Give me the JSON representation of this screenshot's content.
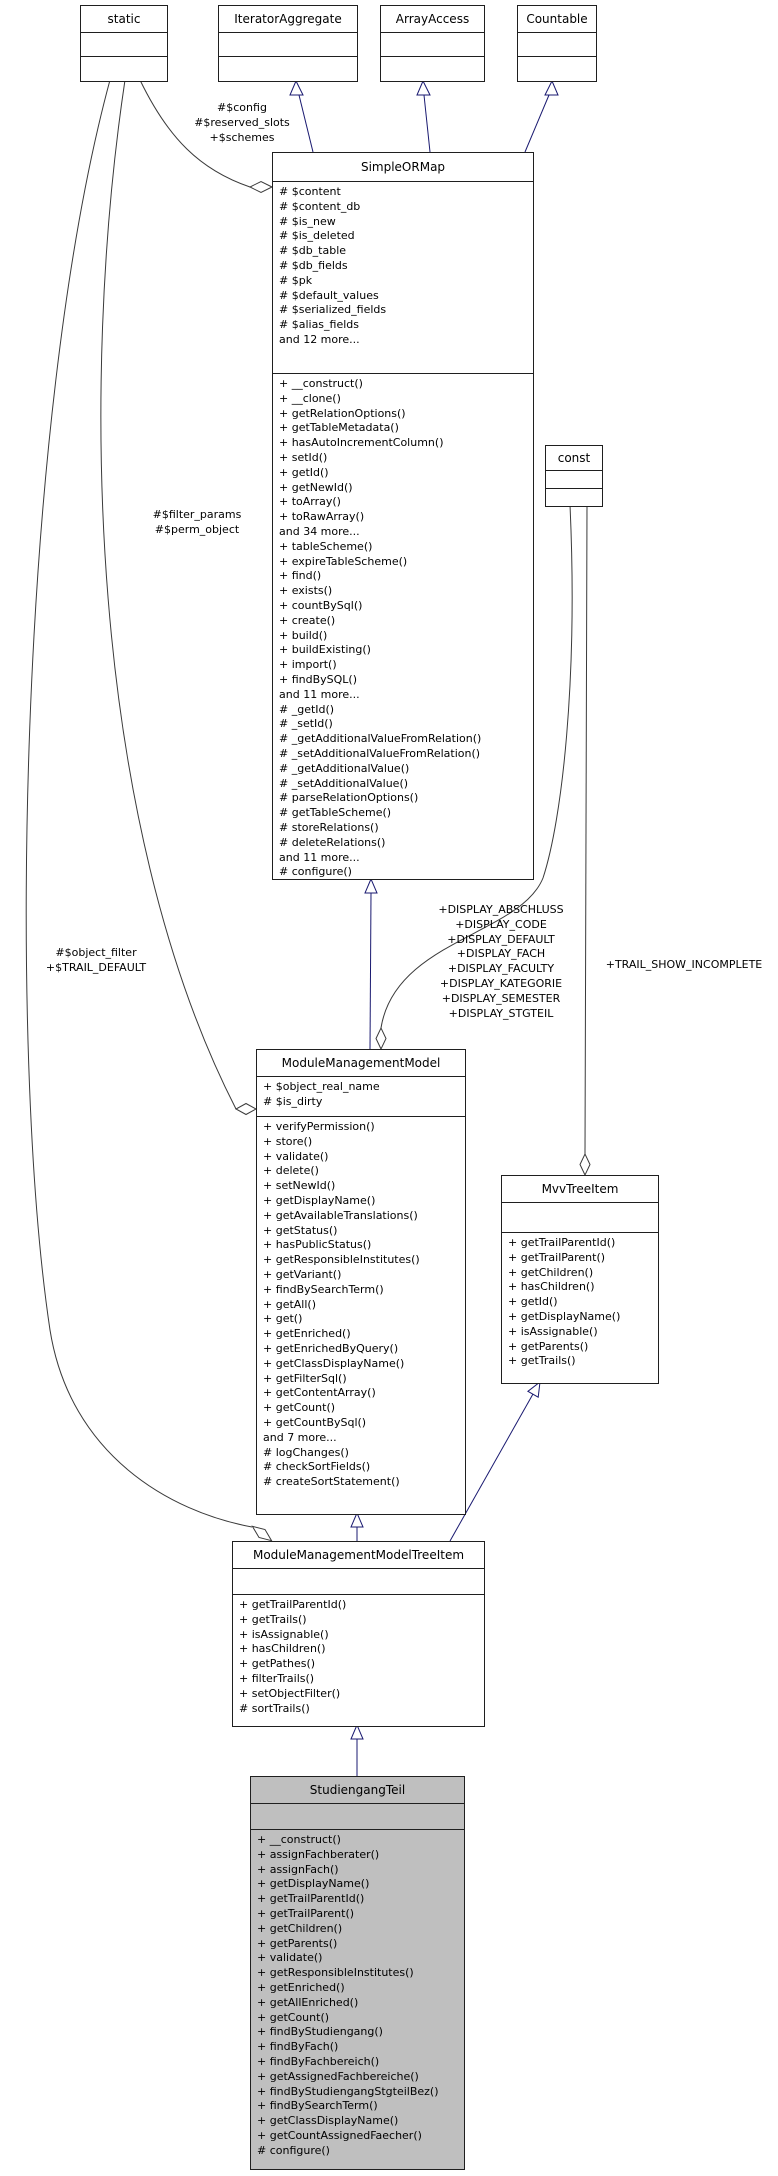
{
  "colors": {
    "inheritance_edge": "#191970",
    "collaboration_edge": "#3a3a3a",
    "current_class_fill": "#bfbfbf",
    "class_fill": "#ffffff",
    "border": "#1f1f1f"
  },
  "classes": {
    "static_box": {
      "title": "static"
    },
    "iterator_aggregate": {
      "title": "IteratorAggregate"
    },
    "array_access": {
      "title": "ArrayAccess"
    },
    "countable": {
      "title": "Countable"
    },
    "const_box": {
      "title": "const"
    },
    "simple_or_map": {
      "title": "SimpleORMap",
      "attributes": [
        "# $content",
        "# $content_db",
        "# $is_new",
        "# $is_deleted",
        "# $db_table",
        "# $db_fields",
        "# $pk",
        "# $default_values",
        "# $serialized_fields",
        "# $alias_fields",
        "and 12 more..."
      ],
      "methods": [
        "+ __construct()",
        "+ __clone()",
        "+ getRelationOptions()",
        "+ getTableMetadata()",
        "+ hasAutoIncrementColumn()",
        "+ setId()",
        "+ getId()",
        "+ getNewId()",
        "+ toArray()",
        "+ toRawArray()",
        "and 34 more...",
        "+ tableScheme()",
        "+ expireTableScheme()",
        "+ find()",
        "+ exists()",
        "+ countBySql()",
        "+ create()",
        "+ build()",
        "+ buildExisting()",
        "+ import()",
        "+ findBySQL()",
        "and 11 more...",
        "# _getId()",
        "# _setId()",
        "# _getAdditionalValueFromRelation()",
        "# _setAdditionalValueFromRelation()",
        "# _getAdditionalValue()",
        "# _setAdditionalValue()",
        "# parseRelationOptions()",
        "# getTableScheme()",
        "# storeRelations()",
        "# deleteRelations()",
        "and 11 more...",
        "# configure()"
      ]
    },
    "module_management_model": {
      "title": "ModuleManagementModel",
      "attributes": [
        "+ $object_real_name",
        "# $is_dirty"
      ],
      "methods": [
        "+ verifyPermission()",
        "+ store()",
        "+ validate()",
        "+ delete()",
        "+ setNewId()",
        "+ getDisplayName()",
        "+ getAvailableTranslations()",
        "+ getStatus()",
        "+ hasPublicStatus()",
        "+ getResponsibleInstitutes()",
        "+ getVariant()",
        "+ findBySearchTerm()",
        "+ getAll()",
        "+ get()",
        "+ getEnriched()",
        "+ getEnrichedByQuery()",
        "+ getClassDisplayName()",
        "+ getFilterSql()",
        "+ getContentArray()",
        "+ getCount()",
        "+ getCountBySql()",
        "and 7 more...",
        "# logChanges()",
        "# checkSortFields()",
        "# createSortStatement()"
      ]
    },
    "mvv_tree_item": {
      "title": "MvvTreeItem",
      "attributes": [],
      "methods": [
        "+ getTrailParentId()",
        "+ getTrailParent()",
        "+ getChildren()",
        "+ hasChildren()",
        "+ getId()",
        "+ getDisplayName()",
        "+ isAssignable()",
        "+ getParents()",
        "+ getTrails()"
      ]
    },
    "module_management_model_tree_item": {
      "title": "ModuleManagementModelTreeItem",
      "attributes": [],
      "methods": [
        "+ getTrailParentId()",
        "+ getTrails()",
        "+ isAssignable()",
        "+ hasChildren()",
        "+ getPathes()",
        "+ filterTrails()",
        "+ setObjectFilter()",
        "# sortTrails()"
      ]
    },
    "studiengang_teil": {
      "title": "StudiengangTeil",
      "attributes": [],
      "methods": [
        "+ __construct()",
        "+ assignFachberater()",
        "+ assignFach()",
        "+ getDisplayName()",
        "+ getTrailParentId()",
        "+ getTrailParent()",
        "+ getChildren()",
        "+ getParents()",
        "+ validate()",
        "+ getResponsibleInstitutes()",
        "+ getEnriched()",
        "+ getAllEnriched()",
        "+ getCount()",
        "+ findByStudiengang()",
        "+ findByFach()",
        "+ findByFachbereich()",
        "+ getAssignedFachbereiche()",
        "+ findByStudiengangStgteilBez()",
        "+ findBySearchTerm()",
        "+ getClassDisplayName()",
        "+ getCountAssignedFaecher()",
        "# configure()"
      ]
    }
  },
  "edge_labels": {
    "simpleormap_static": [
      "#$config",
      "#$reserved_slots",
      "+$schemes"
    ],
    "mmm_static": [
      "#$filter_params",
      "#$perm_object"
    ],
    "mmmtreeitem_static": [
      "#$object_filter",
      "+$TRAIL_DEFAULT"
    ],
    "mmm_const": [
      "+DISPLAY_ABSCHLUSS",
      "+DISPLAY_CODE",
      "+DISPLAY_DEFAULT",
      "+DISPLAY_FACH",
      "+DISPLAY_FACULTY",
      "+DISPLAY_KATEGORIE",
      "+DISPLAY_SEMESTER",
      "+DISPLAY_STGTEIL"
    ],
    "mvvtreeitem_const": [
      "+TRAIL_SHOW_INCOMPLETE"
    ]
  }
}
